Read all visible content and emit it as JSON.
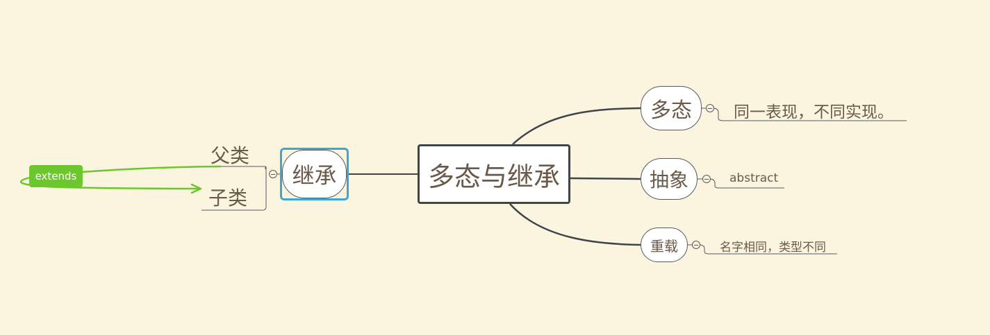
{
  "diagram": {
    "central": "多态与继承",
    "topics": {
      "polymorphism": {
        "label": "多态",
        "detail": "同一表现，不同实现。"
      },
      "abstract": {
        "label": "抽象",
        "detail": "abstract"
      },
      "overload": {
        "label": "重载",
        "detail": "名字相同，类型不同"
      },
      "inheritance": {
        "label": "继承",
        "children": {
          "parent": "父类",
          "child": "子类"
        }
      }
    },
    "relationship": {
      "label": "extends"
    }
  },
  "colors": {
    "background": "#fbf5df",
    "text": "#6a5a4a",
    "connector": "#3f4448",
    "selection": "#3aa7d8",
    "relationship": "#6bc72c"
  }
}
